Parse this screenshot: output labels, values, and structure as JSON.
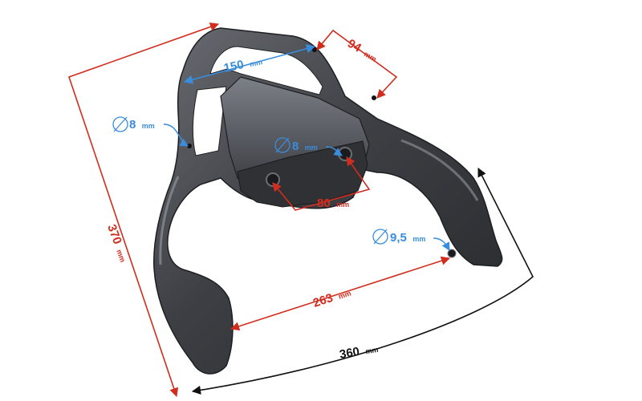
{
  "colors": {
    "dimension_red": "#d12d1e",
    "dimension_blue": "#3a8ddc",
    "dimension_black": "#111111",
    "part_dark": "#3a3c40",
    "part_mid": "#5a5d62",
    "part_light": "#8c9096"
  },
  "dimensions": {
    "d150": {
      "value": "150",
      "unit": "mm"
    },
    "d94": {
      "value": "94",
      "unit": "mm"
    },
    "d370": {
      "value": "370",
      "unit": "mm"
    },
    "d80": {
      "value": "80",
      "unit": "mm"
    },
    "d263": {
      "value": "263",
      "unit": "mm"
    },
    "d360": {
      "value": "360",
      "unit": "mm"
    }
  },
  "holes": {
    "h8_left": {
      "symbol": "⌀",
      "value": "8",
      "unit": "mm"
    },
    "h8_center": {
      "symbol": "⌀",
      "value": "8",
      "unit": "mm"
    },
    "h95_right": {
      "symbol": "⌀",
      "value": "9,5",
      "unit": "mm"
    }
  }
}
